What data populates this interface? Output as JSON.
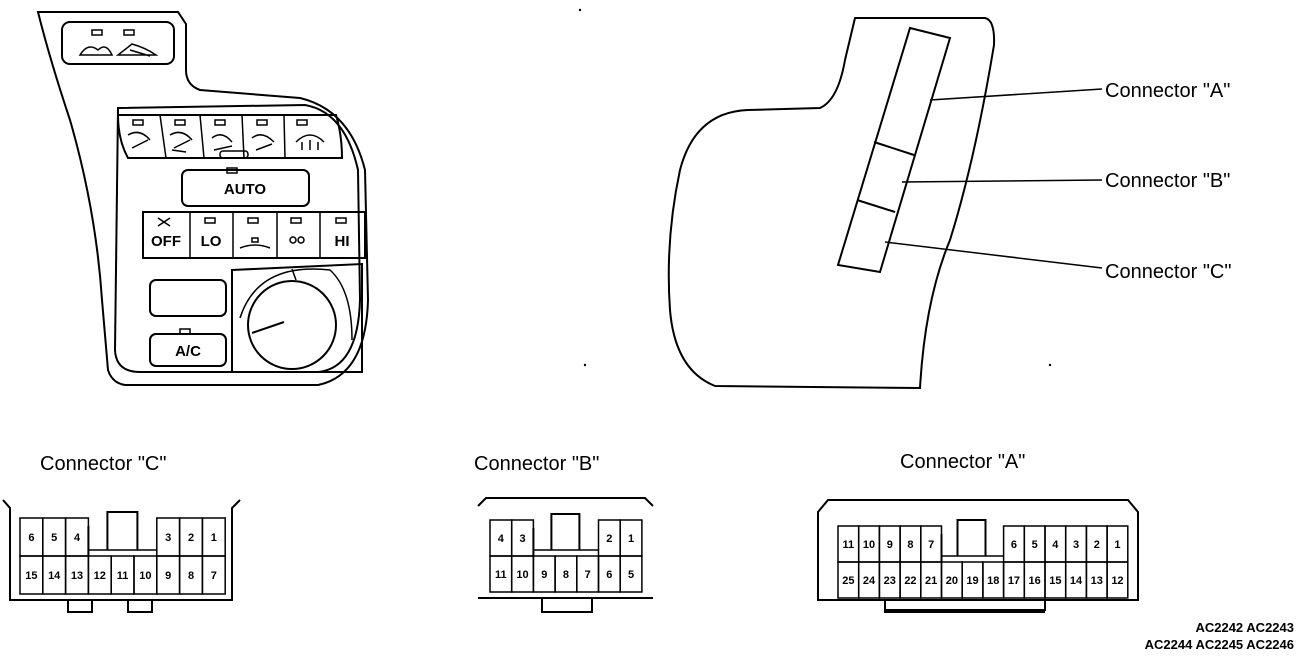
{
  "callouts": {
    "a": "Connector \"A\"",
    "b": "Connector \"B\"",
    "c": "Connector \"C\""
  },
  "panel": {
    "auto": "AUTO",
    "off": "OFF",
    "lo": "LO",
    "hi": "HI",
    "ac": "A/C"
  },
  "connectors": {
    "c": {
      "title": "Connector \"C\"",
      "top": [
        "6",
        "5",
        "4",
        "3",
        "2",
        "1"
      ],
      "bottom": [
        "15",
        "14",
        "13",
        "12",
        "11",
        "10",
        "9",
        "8",
        "7"
      ]
    },
    "b": {
      "title": "Connector \"B\"",
      "top": [
        "4",
        "3",
        "2",
        "1"
      ],
      "bottom": [
        "11",
        "10",
        "9",
        "8",
        "7",
        "6",
        "5"
      ]
    },
    "a": {
      "title": "Connector \"A\"",
      "top": [
        "11",
        "10",
        "9",
        "8",
        "7",
        "6",
        "5",
        "4",
        "3",
        "2",
        "1"
      ],
      "bottom": [
        "25",
        "24",
        "23",
        "22",
        "21",
        "20",
        "19",
        "18",
        "17",
        "16",
        "15",
        "14",
        "13",
        "12"
      ]
    }
  },
  "codes": {
    "line1": "AC2242 AC2243",
    "line2": "AC2244 AC2245 AC2246"
  }
}
